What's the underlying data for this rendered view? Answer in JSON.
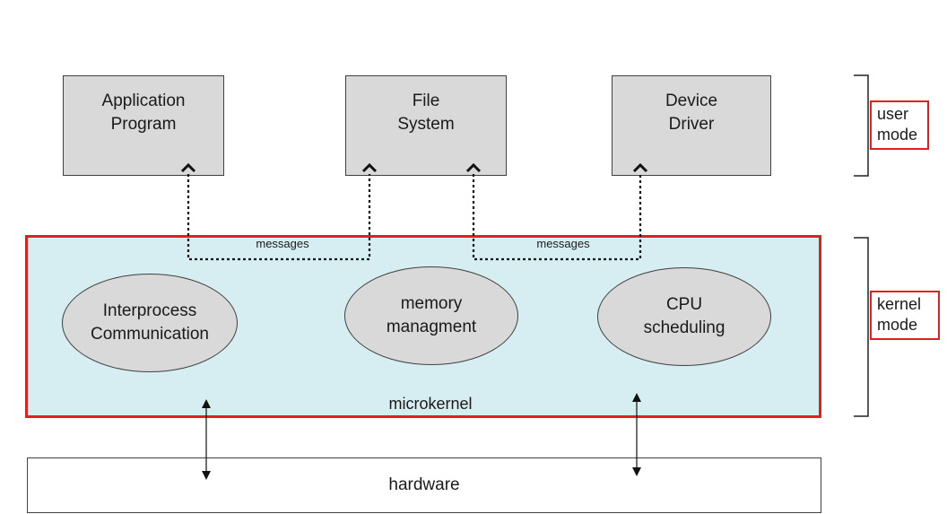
{
  "user_space": {
    "boxes": [
      {
        "id": "application-program",
        "lines": [
          "Application",
          "Program"
        ]
      },
      {
        "id": "file-system",
        "lines": [
          "File",
          "System"
        ]
      },
      {
        "id": "device-driver",
        "lines": [
          "Device",
          "Driver"
        ]
      }
    ],
    "mode_label": [
      "user",
      "mode"
    ]
  },
  "kernel": {
    "label": "microkernel",
    "components": [
      {
        "id": "interprocess-communication",
        "lines": [
          "Interprocess",
          "Communication"
        ]
      },
      {
        "id": "memory-management",
        "lines": [
          "memory",
          "managment"
        ]
      },
      {
        "id": "cpu-scheduling",
        "lines": [
          "CPU",
          "scheduling"
        ]
      }
    ],
    "message_labels": [
      "messages",
      "messages"
    ],
    "mode_label": [
      "kernel",
      "mode"
    ]
  },
  "hardware": {
    "label": "hardware"
  },
  "colors": {
    "user_box_fill": "#d9d9d9",
    "kernel_fill": "#d6eef2",
    "kernel_border": "#e02020",
    "mode_label_border": "#e02020"
  }
}
